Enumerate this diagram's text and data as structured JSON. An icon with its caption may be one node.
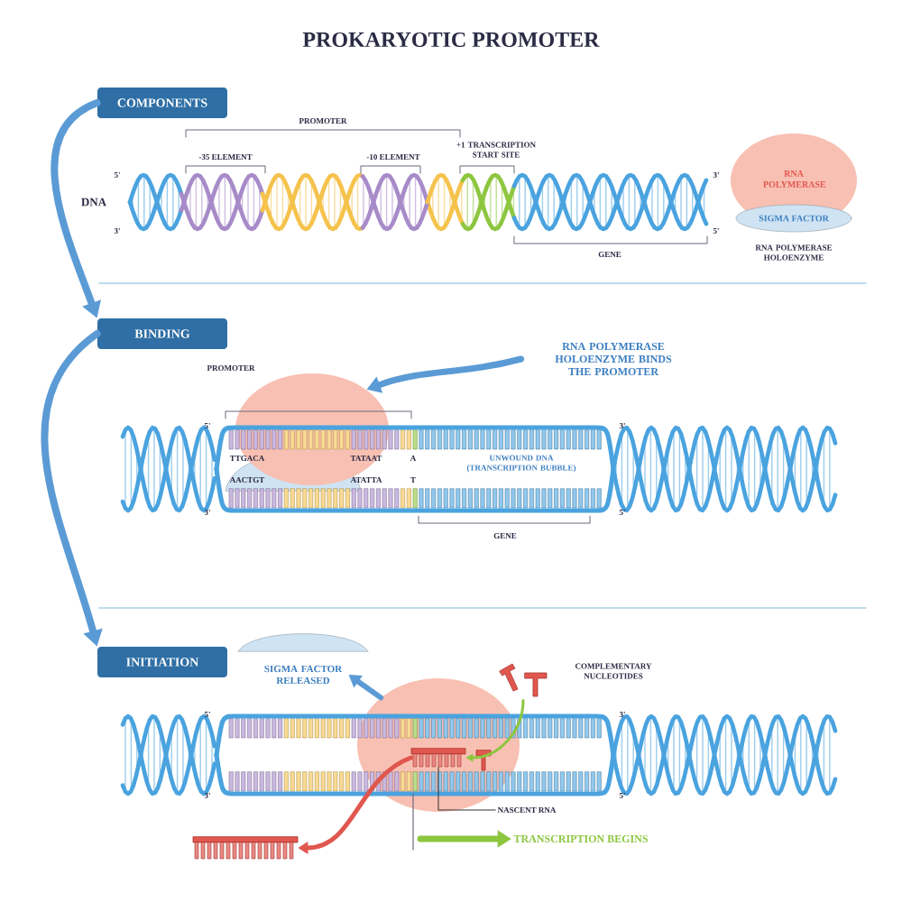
{
  "diagram": {
    "title": "PROKARYOTIC PROMOTER",
    "nodes": [
      {
        "text": [
          "COMPONENTS"
        ]
      },
      {
        "text": [
          "BINDING"
        ]
      },
      {
        "text": [
          "INITIATION"
        ]
      },
      {
        "text": [
          "RNA POLYMERASE"
        ]
      },
      {
        "text": [
          "SIGMA FACTOR"
        ]
      },
      {
        "text": [
          "RNA POLYMERASE HOLOENZYME BINDS THE PROMOTER"
        ]
      },
      {
        "text": [],
        "shape": "circle"
      },
      {
        "text": [
          "SIGMA FACTOR RELEASED"
        ]
      },
      {
        "text": [],
        "shape": "circle"
      },
      {
        "text": [
          "COMPLEMENTARY NUCLEOTIDES"
        ]
      },
      {
        "text": [],
        "shape": "picture"
      },
      {
        "text": [],
        "shape": "bar",
        "in": 8
      },
      {
        "text": [
          "NASCENT RNA"
        ]
      },
      {
        "text": [
          "TRANSCRIPTION BEGINS"
        ]
      },
      {
        "text": [],
        "shape": "bar"
      }
    ],
    "edges": [
      {
        "from": 0,
        "to": 1,
        "arrow": "to"
      },
      {
        "from": 1,
        "to": 2,
        "arrow": "to"
      },
      {
        "from": 5,
        "to": 6,
        "arrow": "to"
      },
      {
        "from": 8,
        "to": 7,
        "arrow": "to"
      },
      {
        "from": 10,
        "to": 11,
        "arrow": "to",
        "color": "#8dc63f"
      },
      {
        "from": 12,
        "to": 11,
        "arrow": "none",
        "color": "#333333"
      },
      {
        "from": null,
        "to": 13,
        "arrow": "to",
        "color": "#8dc63f"
      },
      {
        "from": 11,
        "to": 14,
        "arrow": "to",
        "color": "#e0574f"
      }
    ],
    "labels": [
      "PROMOTER",
      "-35 ELEMENT",
      "-10 ELEMENT",
      "+1 TRANSCRIPTION START SITE",
      "DNA",
      "5'",
      "3'",
      "3'",
      "5'",
      "GENE",
      "RNA POLYMERASE HOLOENZYME",
      "PROMOTER",
      "5'",
      "3'",
      "TTGACA",
      "TATAAT",
      "A",
      "UNWOUND DNA (TRANSCRIPTION BUBBLE)",
      "AACTGT",
      "ATATTA",
      "T",
      "3'",
      "5'",
      "GENE",
      "5'",
      "3'",
      "3'",
      "5'"
    ]
  }
}
